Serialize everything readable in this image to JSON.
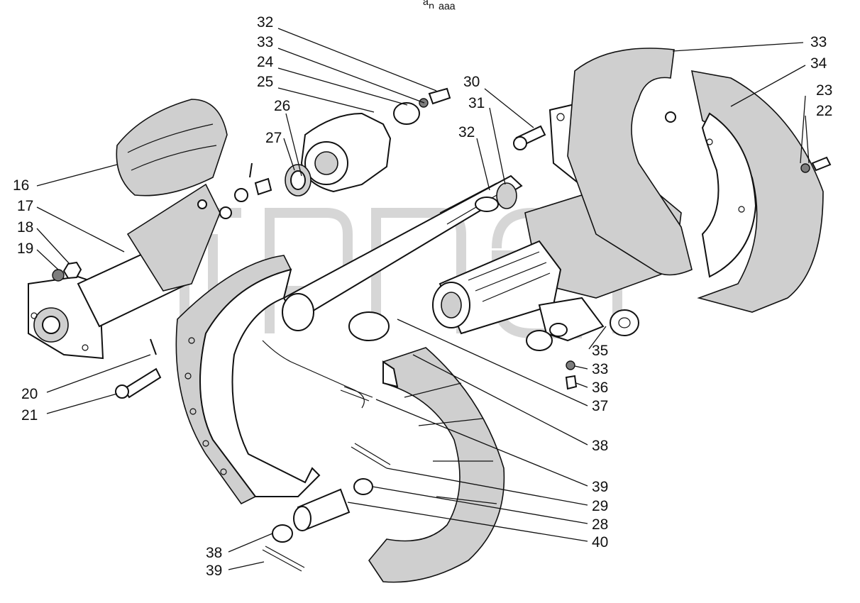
{
  "header": {
    "mark": "ᵃₙ ₐₐₐ"
  },
  "callouts": [
    {
      "id": "c32a",
      "text": "32"
    },
    {
      "id": "c33a",
      "text": "33"
    },
    {
      "id": "c24",
      "text": "24"
    },
    {
      "id": "c25",
      "text": "25"
    },
    {
      "id": "c26",
      "text": "26"
    },
    {
      "id": "c27",
      "text": "27"
    },
    {
      "id": "c30",
      "text": "30"
    },
    {
      "id": "c31",
      "text": "31"
    },
    {
      "id": "c32b",
      "text": "32"
    },
    {
      "id": "c33b",
      "text": "33"
    },
    {
      "id": "c34",
      "text": "34"
    },
    {
      "id": "c23",
      "text": "23"
    },
    {
      "id": "c22",
      "text": "22"
    },
    {
      "id": "c16",
      "text": "16"
    },
    {
      "id": "c17",
      "text": "17"
    },
    {
      "id": "c18",
      "text": "18"
    },
    {
      "id": "c19",
      "text": "19"
    },
    {
      "id": "c20",
      "text": "20"
    },
    {
      "id": "c21",
      "text": "21"
    },
    {
      "id": "c35",
      "text": "35"
    },
    {
      "id": "c33c",
      "text": "33"
    },
    {
      "id": "c36",
      "text": "36"
    },
    {
      "id": "c37",
      "text": "37"
    },
    {
      "id": "c38a",
      "text": "38"
    },
    {
      "id": "c39a",
      "text": "39"
    },
    {
      "id": "c29",
      "text": "29"
    },
    {
      "id": "c28",
      "text": "28"
    },
    {
      "id": "c40",
      "text": "40"
    },
    {
      "id": "c38b",
      "text": "38"
    },
    {
      "id": "c39b",
      "text": "39"
    }
  ]
}
